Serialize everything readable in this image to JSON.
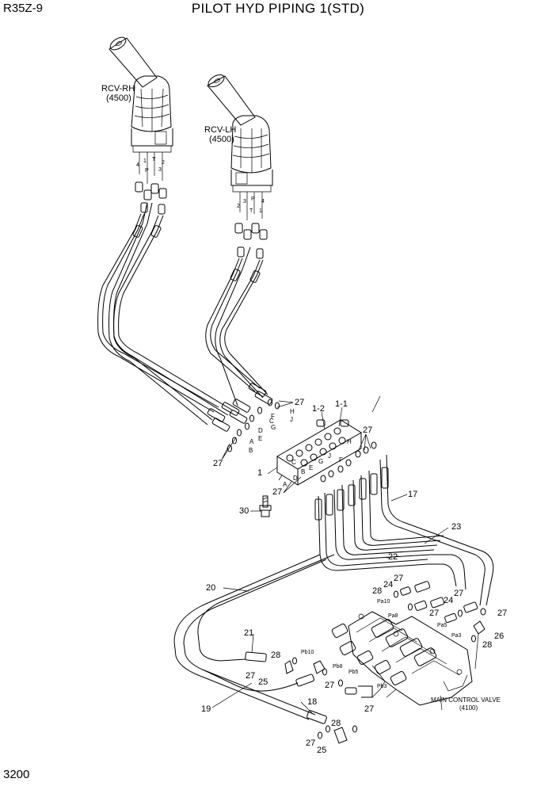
{
  "header": {
    "model": "R35Z-9",
    "title": "PILOT HYD PIPING 1(STD)"
  },
  "page_number": "3200",
  "components": {
    "rcv_rh": {
      "name": "RCV-RH",
      "code": "(4500)",
      "ports": [
        "4",
        "1",
        "P",
        "T",
        "3",
        "2"
      ]
    },
    "rcv_lh": {
      "name": "RCV-LH",
      "code": "(4500)",
      "ports": [
        "2",
        "3",
        "T",
        "P",
        "4",
        "1"
      ]
    },
    "main_control_valve": {
      "name": "MAIN CONTROL VALVE",
      "code": "(4100)"
    }
  },
  "part_numbers": {
    "p1": "1",
    "p1_1": "1-1",
    "p1_2": "1-2",
    "p17": "17",
    "p18": "18",
    "p19": "19",
    "p20": "20",
    "p21": "21",
    "p22": "22",
    "p23": "23",
    "p24": "24",
    "p25": "25",
    "p26": "26",
    "p27": "27",
    "p28": "28",
    "p30": "30"
  },
  "port_letters": [
    "A",
    "B",
    "C",
    "D",
    "E",
    "F",
    "G",
    "H",
    "J"
  ],
  "valve_ports": [
    "Pa10",
    "Pa8",
    "Pa5",
    "Pa3",
    "Pb10",
    "Pb8",
    "Pb5",
    "Pb3"
  ]
}
